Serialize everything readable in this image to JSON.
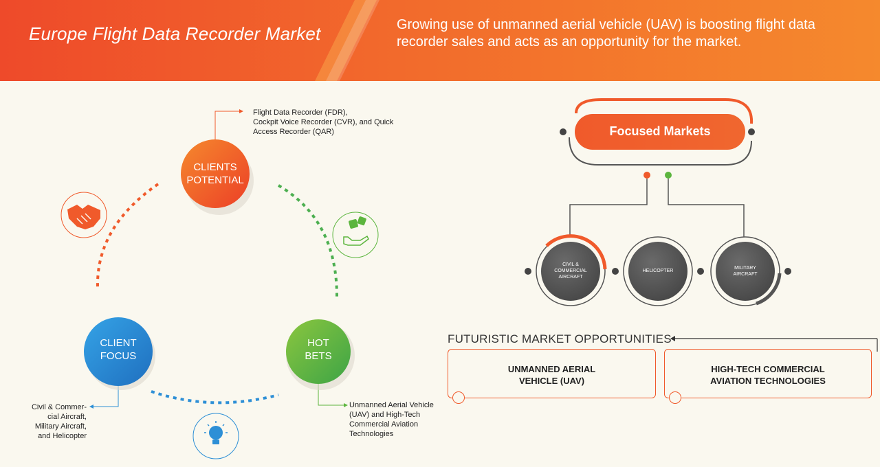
{
  "header": {
    "title": "Europe Flight Data Recorder Market",
    "headline": "Growing use of unmanned aerial vehicle (UAV) is boosting flight data recorder sales and acts as an opportunity for the market."
  },
  "cycle": {
    "clients_potential": {
      "line1": "CLIENTS",
      "line2": "POTENTIAL",
      "note": [
        "Flight Data Recorder (FDR),",
        "Cockpit Voice Recorder (CVR), and Quick",
        "Access Recorder (QAR)"
      ]
    },
    "client_focus": {
      "line1": "CLIENT",
      "line2": "FOCUS",
      "note": [
        "Civil & Commer-",
        "cial Aircraft,",
        "Military Aircraft,",
        "and Helicopter"
      ]
    },
    "hot_bets": {
      "line1": "HOT",
      "line2": "BETS",
      "note": [
        "Unmanned Aerial Vehicle",
        "(UAV) and High-Tech",
        "Commercial Aviation",
        "Technologies"
      ]
    },
    "icons": [
      "handshake-icon",
      "dice-hand-icon",
      "lightbulb-icon"
    ]
  },
  "focused_markets": {
    "title": "Focused Markets",
    "segments": [
      {
        "line1": "CIVIL &",
        "line2": "COMMERCIAL",
        "line3": "AIRCRAFT"
      },
      {
        "line1": "HELICOPTER"
      },
      {
        "line1": "MILITARY",
        "line2": "AIRCRAFT"
      }
    ]
  },
  "opportunities": {
    "title": "FUTURISTIC MARKET OPPORTUNITIES",
    "items": [
      {
        "line1": "UNMANNED AERIAL",
        "line2": "VEHICLE (UAV)"
      },
      {
        "line1": "HIGH-TECH COMMERCIAL",
        "line2": "AVIATION TECHNOLOGIES"
      }
    ]
  },
  "colors": {
    "orange": "#f05a2b",
    "green": "#5cb53e",
    "blue": "#2d8fd6",
    "dark": "#555555"
  }
}
